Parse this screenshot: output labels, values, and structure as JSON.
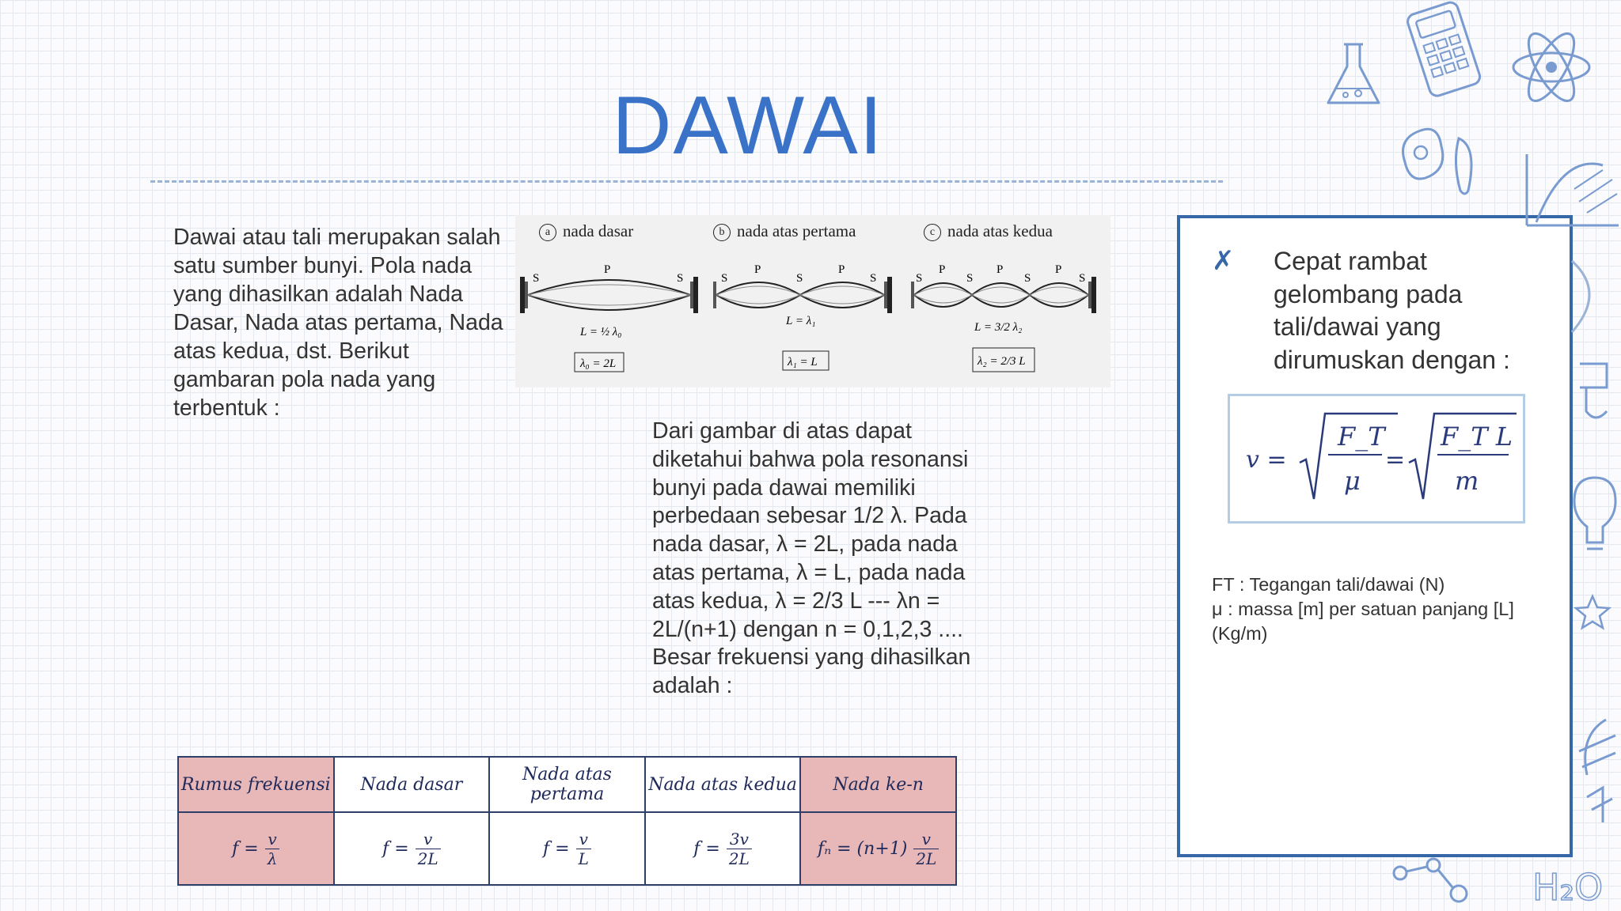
{
  "slide": {
    "title": "DAWAI",
    "intro": "Dawai atau tali merupakan salah satu sumber bunyi. Pola nada yang dihasilkan adalah Nada Dasar, Nada atas pertama, Nada atas kedua, dst. Berikut gambaran pola nada yang terbentuk :",
    "explanation": "Dari gambar di atas dapat diketahui bahwa pola resonansi bunyi pada dawai memiliki perbedaan sebesar 1/2 λ. Pada nada dasar, λ = 2L, pada nada atas pertama, λ = L, pada nada atas kedua, λ = 2/3 L --- λn = 2L/(n+1) dengan n = 0,1,2,3 ....",
    "explanation_tail": "Besar frekuensi yang dihasilkan adalah :"
  },
  "modes_figure": {
    "modes": [
      {
        "letter": "a",
        "label": "nada dasar",
        "length_eq": "L = ½ λ₀",
        "lambda_eq": "λ₀ = 2L",
        "node_label": "S",
        "antinode_label": "P",
        "loops": 1
      },
      {
        "letter": "b",
        "label": "nada atas pertama",
        "length_eq": "L = λ₁",
        "lambda_eq": "λ₁ = L",
        "node_label": "S",
        "antinode_label": "P",
        "loops": 2
      },
      {
        "letter": "c",
        "label": "nada atas kedua",
        "length_eq": "L = 3/2 λ₂",
        "lambda_eq": "λ₂ = 2/3 L",
        "node_label": "S",
        "antinode_label": "P",
        "loops": 3
      }
    ]
  },
  "frequency_table": {
    "headers": [
      "Rumus frekuensi",
      "Nada dasar",
      "Nada atas pertama",
      "Nada atas kedua",
      "Nada ke-n"
    ],
    "formulas": {
      "general": {
        "lhs": "f =",
        "num": "v",
        "den": "λ"
      },
      "fundamental": {
        "lhs": "f =",
        "num": "v",
        "den": "2L"
      },
      "first": {
        "lhs": "f =",
        "num": "v",
        "den": "L"
      },
      "second": {
        "lhs": "f =",
        "num": "3v",
        "den": "2L"
      },
      "nth": {
        "lhs": "fₙ = (n+1)",
        "num": "v",
        "den": "2L"
      }
    }
  },
  "info_box": {
    "bullet": "✗",
    "heading": "Cepat rambat gelombang pada tali/dawai yang dirumuskan dengan :",
    "formula": {
      "lhs": "v =",
      "eq": "=",
      "frac1_num": "F_T",
      "frac1_den": "μ",
      "frac2_num": "F_T L",
      "frac2_den": "m"
    },
    "legend": [
      "FT : Tegangan tali/dawai (N)",
      "μ : massa [m] per satuan panjang [L] (Kg/m)"
    ]
  },
  "decorations": [
    "flask-icon",
    "calculator-icon",
    "atom-icon",
    "bacteria-icon",
    "graph-icon",
    "lightbulb-icon",
    "star-icon",
    "planet-icon",
    "molecule-icon",
    "h2o-icon"
  ],
  "decoration_text": {
    "h2o": "H₂O"
  },
  "colors": {
    "title": "#3a72c8",
    "accent": "#3668a8",
    "table_pink": "#e8b8b9",
    "table_text": "#1f2a5a"
  }
}
